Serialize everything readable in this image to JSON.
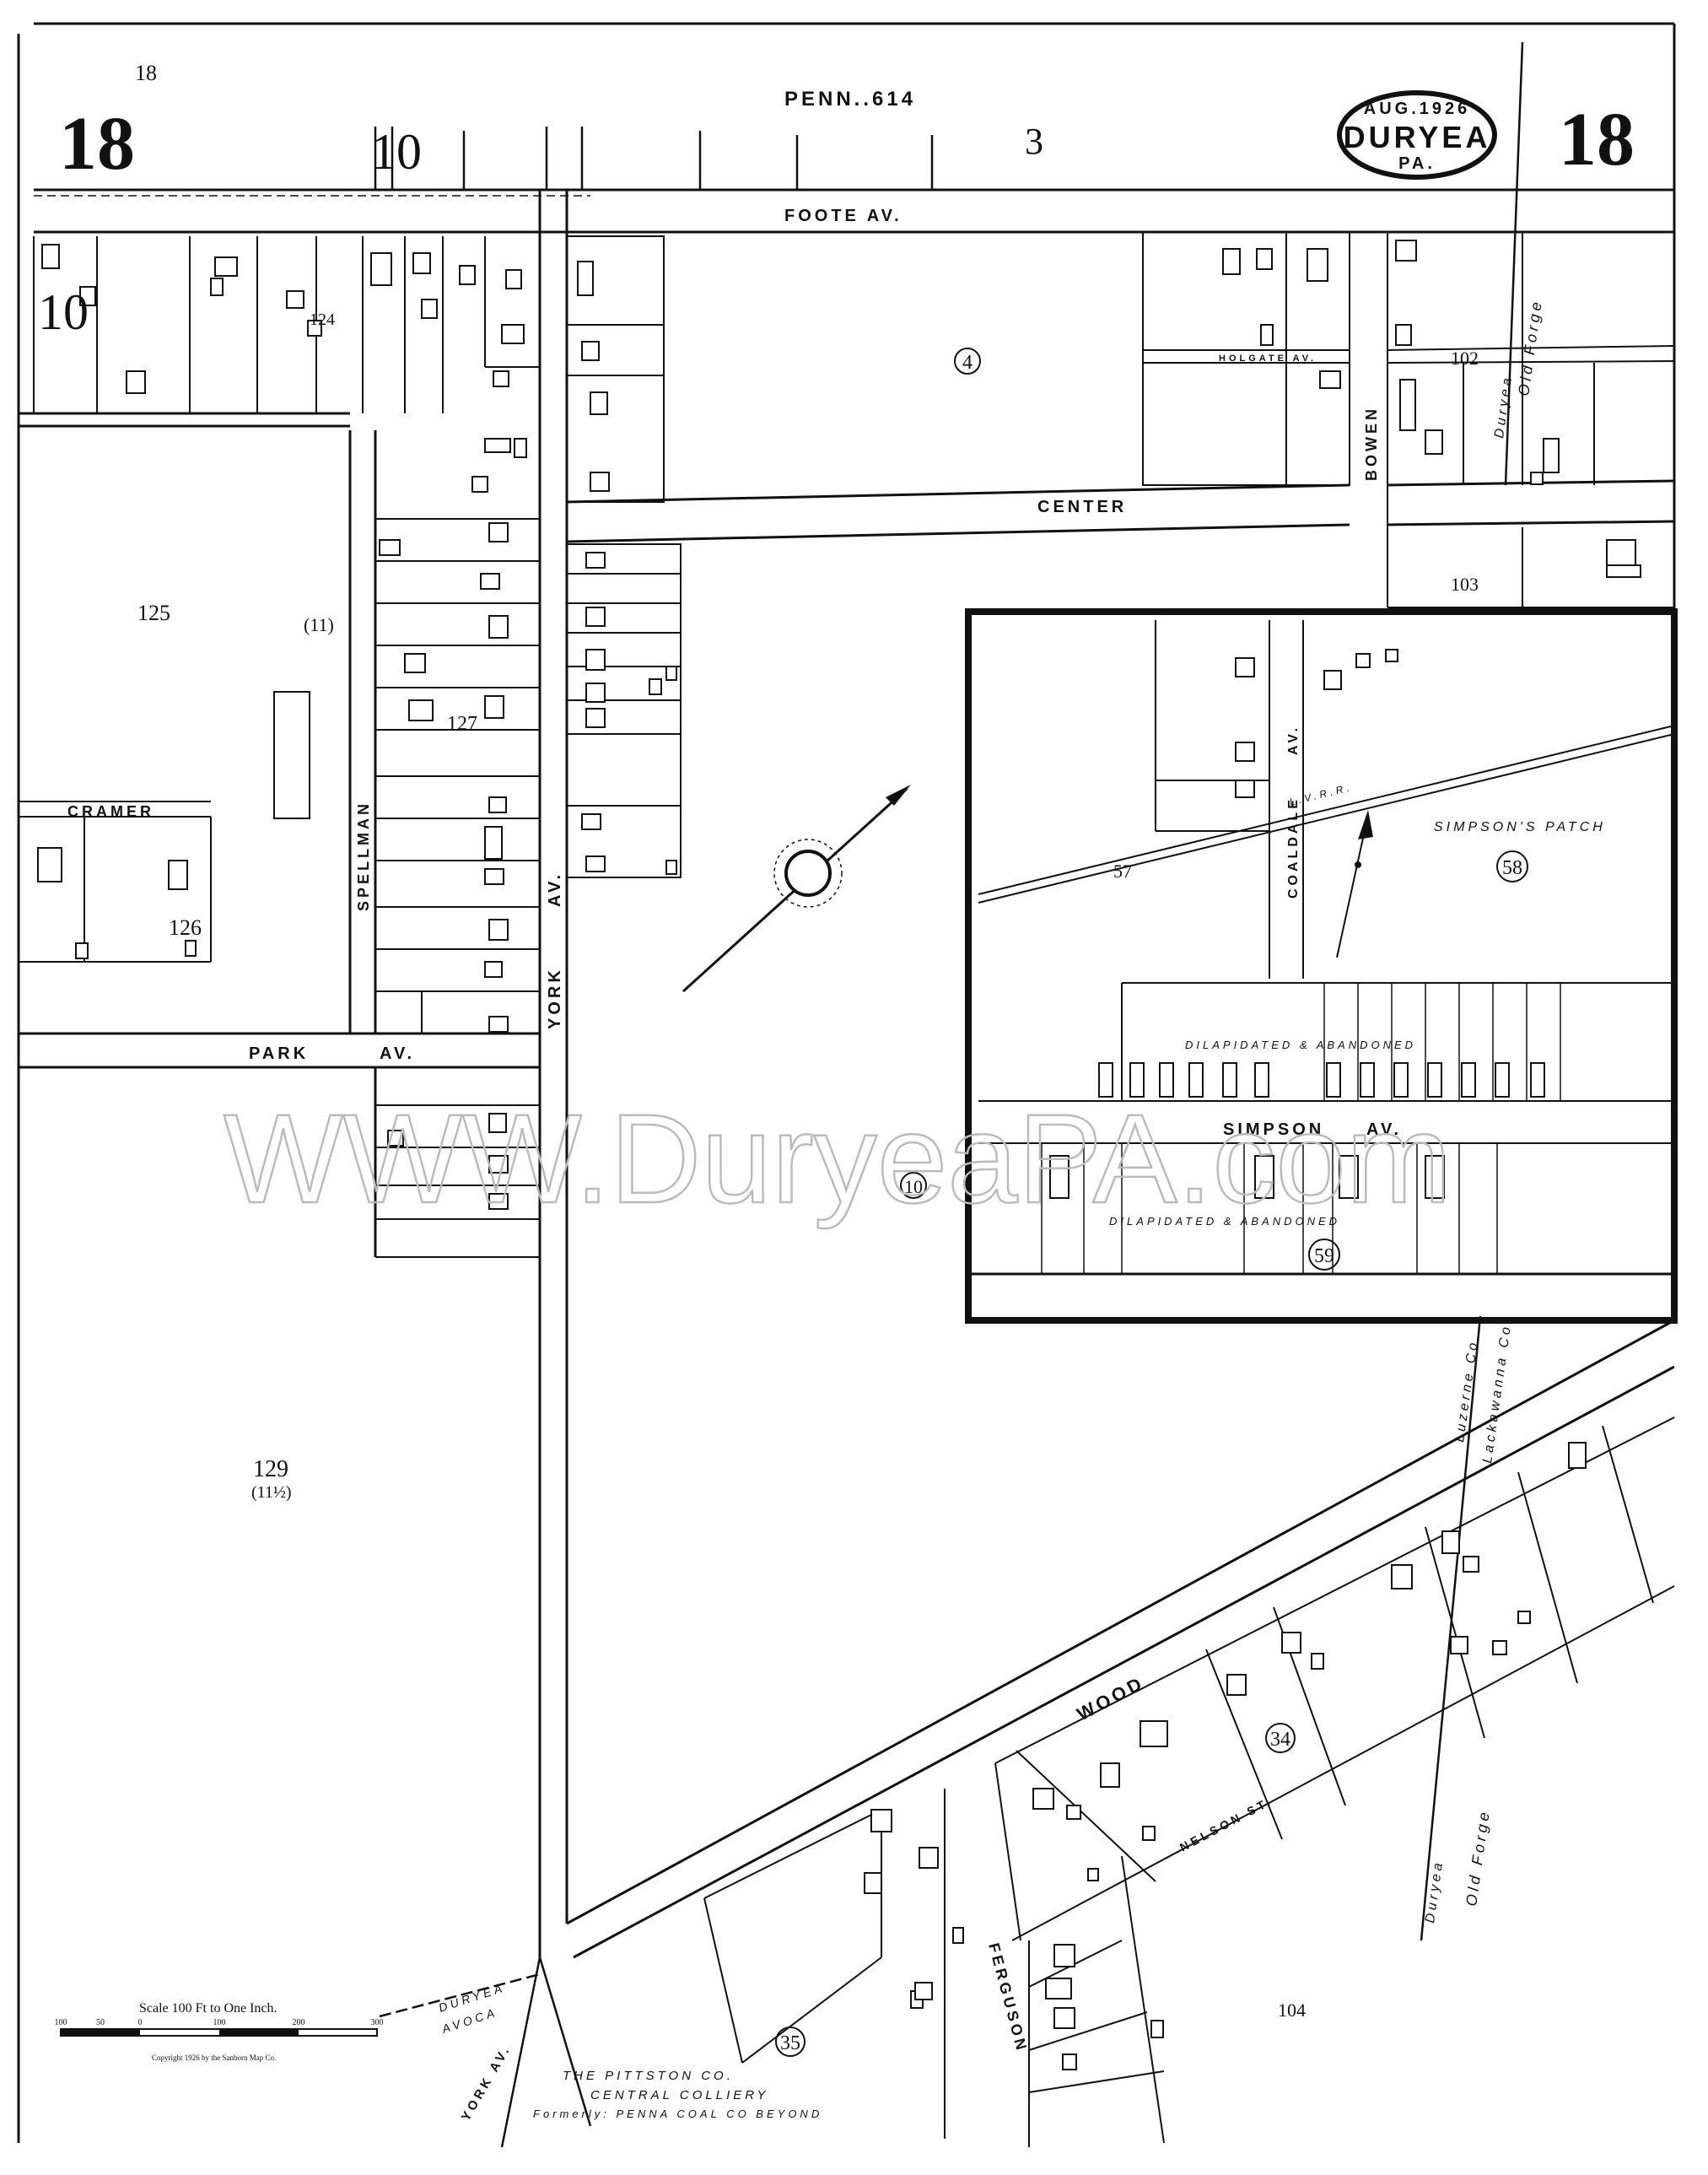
{
  "header": {
    "sheet_left": "18",
    "sheet_right": "18",
    "small_top_left": "18",
    "penn_code": "PENN..614",
    "block_number": "3",
    "stamp_date": "AUG.1926",
    "stamp_town": "DURYEA",
    "stamp_state": "PA."
  },
  "streets": {
    "foote": "FOOTE AV.",
    "center": "CENTER",
    "park_a": "PARK",
    "park_b": "AV.",
    "spellman": "SPELLMAN",
    "york": "YORK",
    "york_av": "AV.",
    "cramer": "CRAMER",
    "bowen": "BOWEN",
    "holgate": "HOLGATE AV.",
    "coaldale": "COALDALE",
    "coaldale_av": "AV.",
    "simpson": "SIMPSON",
    "simpson_av": "AV.",
    "wood": "WOOD",
    "nelson": "NELSON ST.",
    "ferguson": "FERGUSON",
    "york_av_lower": "YORK AV.",
    "duryea_line": "DURYEA",
    "avoca_line": "AVOCA",
    "old_forge_1": "Old Forge",
    "old_forge_2": "Old Forge",
    "duryea_vert_1": "Duryea",
    "duryea_vert_2": "Duryea",
    "luzerne": "Luzerne Co",
    "lackawanna": "Lackawanna Co",
    "lvrr": "L.V.R.R."
  },
  "labels": {
    "simpsons_patch": "SIMPSON'S PATCH",
    "dilapidated_1": "DILAPIDATED & ABANDONED",
    "dilapidated_2": "DILAPIDATED & ABANDONED",
    "pittston_1": "THE PITTSTON CO.",
    "pittston_2": "CENTRAL COLLIERY",
    "pittston_3": "Formerly: PENNA COAL CO BEYOND",
    "watermark": "WWW.DuryeaPA.com",
    "scale_title": "Scale 100 Ft to One Inch.",
    "scale_ticks": [
      "100",
      "50",
      "0",
      "100",
      "200",
      "300"
    ],
    "copyright": "Copyright 1926 by the Sanborn Map Co."
  },
  "blocks": {
    "b4": "4",
    "b10": "10",
    "b10_left": "10",
    "b10_top": "10",
    "b125": "125",
    "b11": "(11)",
    "b126": "126",
    "b127": "127",
    "b129": "129",
    "b129b": "(11½)",
    "b102": "102",
    "b103": "103",
    "b104": "104",
    "b34": "34",
    "b35": "35",
    "b57": "57",
    "b58": "58",
    "b59": "59",
    "b124": "124"
  },
  "colors": {
    "ink": "#111111",
    "paper": "#ffffff",
    "watermark": "#bbbbbb"
  }
}
